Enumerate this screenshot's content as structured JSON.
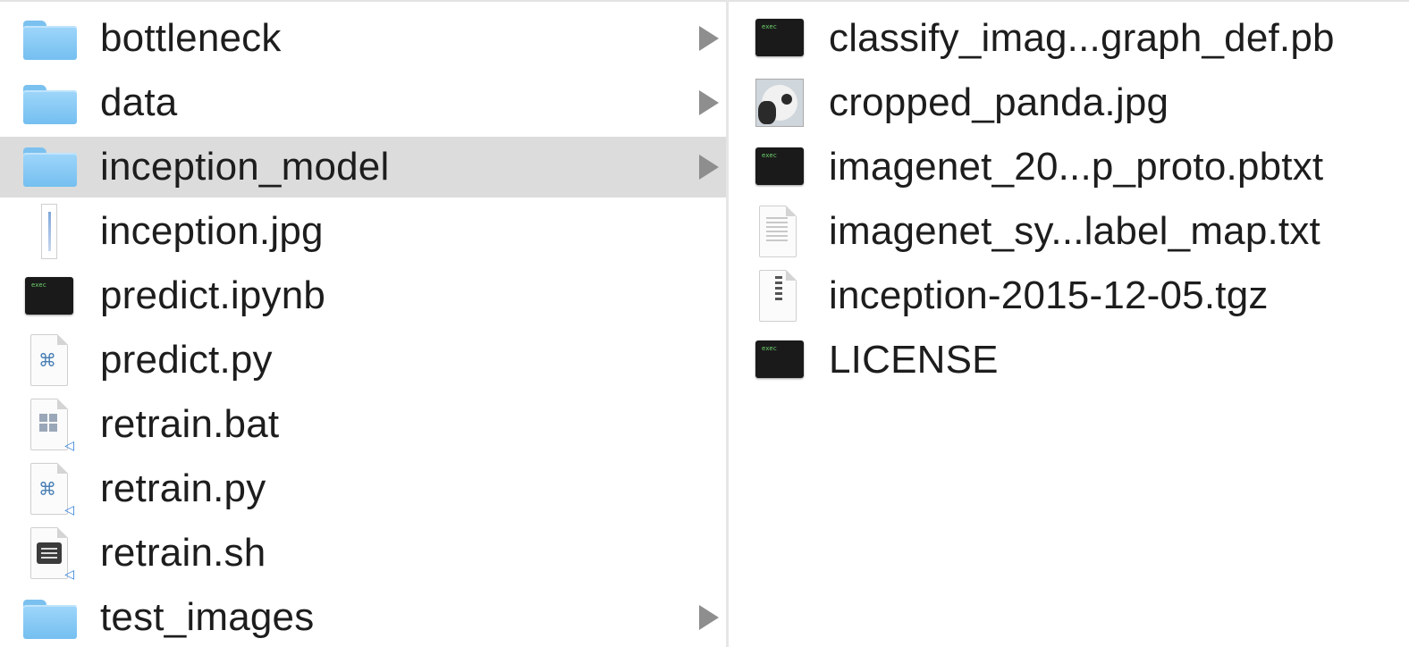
{
  "left_column": {
    "items": [
      {
        "label": "bottleneck",
        "icon": "folder-icon",
        "has_arrow": true
      },
      {
        "label": "data",
        "icon": "folder-icon",
        "has_arrow": true
      },
      {
        "label": "inception_model",
        "icon": "folder-icon",
        "has_arrow": true,
        "selected": true
      },
      {
        "label": "inception.jpg",
        "icon": "image-file-icon",
        "has_arrow": false
      },
      {
        "label": "predict.ipynb",
        "icon": "exec-file-icon",
        "has_arrow": false
      },
      {
        "label": "predict.py",
        "icon": "python-file-icon",
        "has_arrow": false
      },
      {
        "label": "retrain.bat",
        "icon": "bat-file-icon",
        "has_arrow": false
      },
      {
        "label": "retrain.py",
        "icon": "python-file-icon",
        "has_arrow": false
      },
      {
        "label": "retrain.sh",
        "icon": "shell-file-icon",
        "has_arrow": false
      },
      {
        "label": "test_images",
        "icon": "folder-icon",
        "has_arrow": true
      }
    ]
  },
  "right_column": {
    "items": [
      {
        "label": "classify_imag...graph_def.pb",
        "icon": "exec-file-icon"
      },
      {
        "label": "cropped_panda.jpg",
        "icon": "image-thumbnail-icon"
      },
      {
        "label": "imagenet_20...p_proto.pbtxt",
        "icon": "exec-file-icon"
      },
      {
        "label": "imagenet_sy...label_map.txt",
        "icon": "text-file-icon"
      },
      {
        "label": "inception-2015-12-05.tgz",
        "icon": "archive-file-icon"
      },
      {
        "label": "LICENSE",
        "icon": "exec-file-icon"
      }
    ]
  },
  "colors": {
    "selection": "#dcdcdc",
    "folder": "#8ccdf5",
    "arrow": "#8e8e8e",
    "text": "#1d1d1d"
  },
  "exec_icon_text": "exec"
}
